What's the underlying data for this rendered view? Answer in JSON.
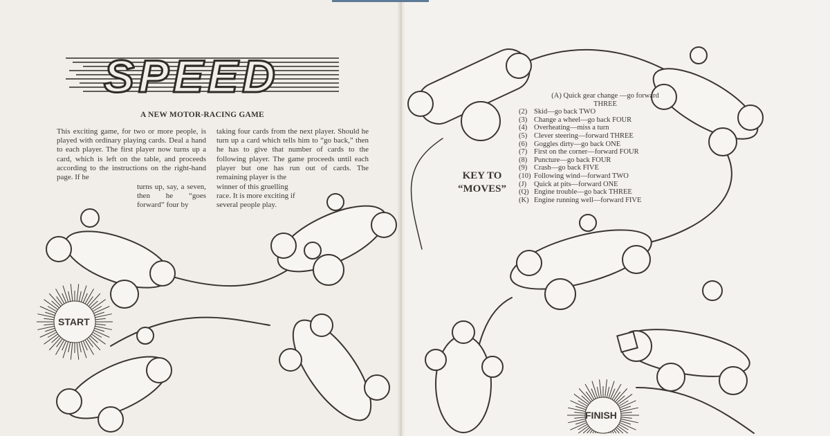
{
  "title_logo": "SPEED",
  "heading": "A NEW MOTOR-RACING GAME",
  "intro": {
    "col1": "This exciting game, for two or more people, is played with ordinary playing cards. Deal a hand to each player. The first player now turns up a card, which is left on the table, and proceeds according to the instructions on the right-hand page. If he",
    "col1_cont": "turns up, say, a seven, then he “goes forward” four by",
    "col2": "taking four cards from the next player. Should he turn up a card which tells him to “go back,” then he has to give that number of cards to the following player. The game proceeds until each player but one has run out of cards. The remaining player is the",
    "col2_cont": "winner of this gruelling race. It is more exciting if several people play."
  },
  "key": {
    "title_line1": "KEY TO",
    "title_line2": "“MOVES”",
    "first": "(A) Quick gear change —go forward THREE",
    "items": [
      {
        "card": "(2)",
        "text": "Skid—go back TWO"
      },
      {
        "card": "(3)",
        "text": "Change a wheel—go back FOUR"
      },
      {
        "card": "(4)",
        "text": "Overheating—miss a turn"
      },
      {
        "card": "(5)",
        "text": "Clever steering—forward THREE"
      },
      {
        "card": "(6)",
        "text": "Goggles dirty—go back ONE"
      },
      {
        "card": "(7)",
        "text": "First on the corner—forward FOUR"
      },
      {
        "card": "(8)",
        "text": "Puncture—go back FOUR"
      },
      {
        "card": "(9)",
        "text": "Crash—go back FIVE"
      },
      {
        "card": "(10)",
        "text": "Following wind—forward TWO"
      },
      {
        "card": "(J)",
        "text": "Quick at pits—forward ONE"
      },
      {
        "card": "(Q)",
        "text": "Engine trouble—go back THREE"
      },
      {
        "card": "(K)",
        "text": "Engine running well—forward FIVE"
      }
    ]
  },
  "start_label": "START",
  "finish_label": "FINISH",
  "colors": {
    "ink": "#3a3530",
    "paper_left": "#f1eee9",
    "paper_right": "#f4f2ee"
  }
}
